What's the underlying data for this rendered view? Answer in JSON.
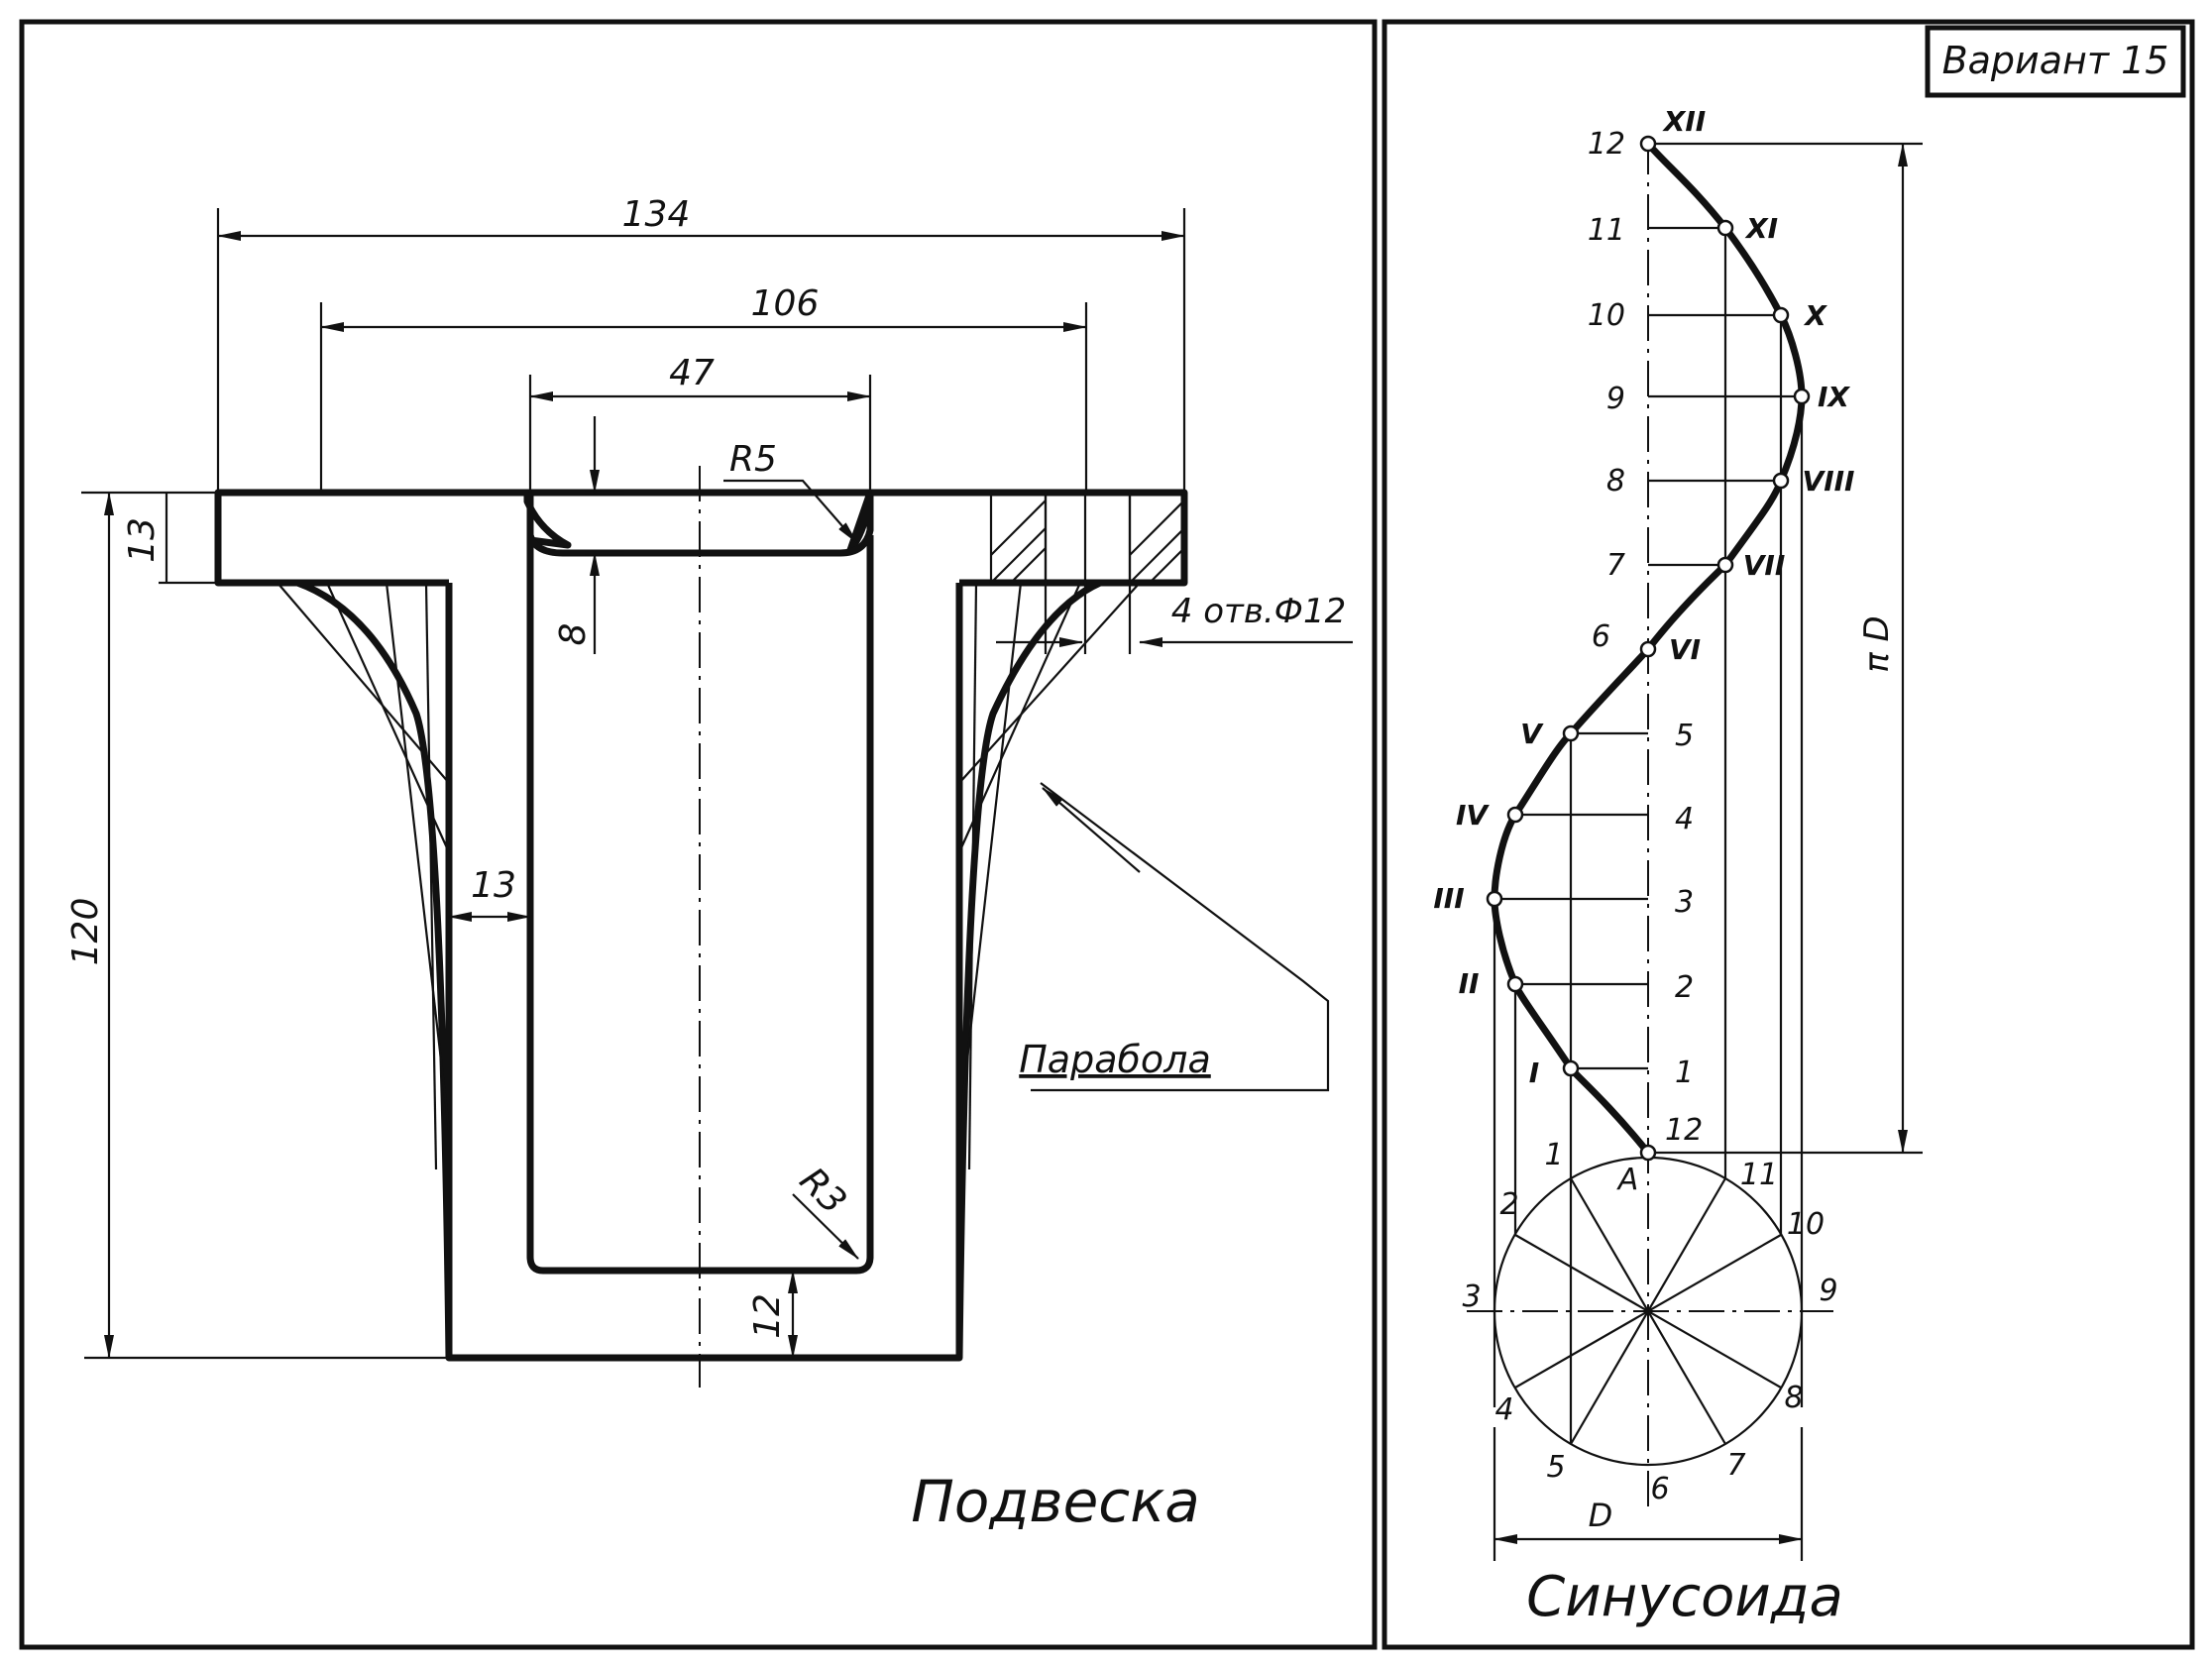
{
  "variant_label": "Вариант 15",
  "left_drawing": {
    "title": "Подвеска",
    "dims": {
      "overall_width": "134",
      "hole_spacing": "106",
      "bore_width": "47",
      "top_radius": "R5",
      "bottom_radius": "R3",
      "flange_thickness": "13",
      "height": "120",
      "wall_thickness": "13",
      "recess_depth": "8",
      "bottom_thickness": "12",
      "holes_note": "4 отв.Ф12"
    },
    "curve_label": "Парабола"
  },
  "right_drawing": {
    "title": "Синусоида",
    "circle_points": [
      "1",
      "2",
      "3",
      "4",
      "5",
      "6",
      "7",
      "8",
      "9",
      "10",
      "11",
      "12"
    ],
    "axis_numbers": [
      "1",
      "2",
      "3",
      "4",
      "5",
      "6",
      "7",
      "8",
      "9",
      "10",
      "11",
      "12"
    ],
    "base_number": "12",
    "roman_points": [
      "I",
      "II",
      "III",
      "IV",
      "V",
      "VI",
      "VII",
      "VIII",
      "IX",
      "X",
      "XI",
      "XII"
    ],
    "point_A": "A",
    "dim_D": "D",
    "dim_piD": "π D"
  }
}
